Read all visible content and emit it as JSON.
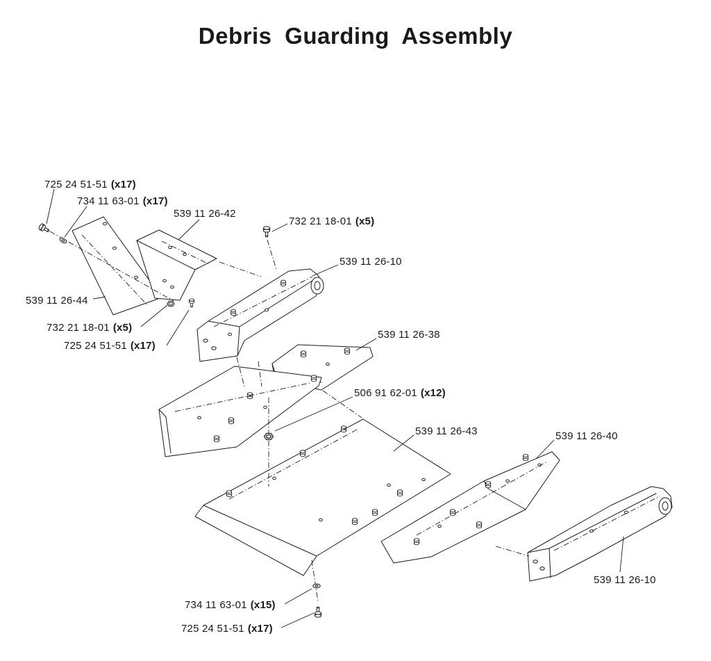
{
  "title": "Debris Guarding Assembly",
  "ink_color": "#1b1b1b",
  "labels": [
    {
      "part": "725 24 51-51",
      "qty": "(x17)"
    },
    {
      "part": "734 11 63-01",
      "qty": "(x17)"
    },
    {
      "part": "539 11 26-42",
      "qty": ""
    },
    {
      "part": "732 21 18-01",
      "qty": "(x5)"
    },
    {
      "part": "539 11 26-10",
      "qty": ""
    },
    {
      "part": "539 11 26-44",
      "qty": ""
    },
    {
      "part": "732 21 18-01",
      "qty": "(x5)"
    },
    {
      "part": "725 24 51-51",
      "qty": "(x17)"
    },
    {
      "part": "539 11 26-38",
      "qty": ""
    },
    {
      "part": "506 91 62-01",
      "qty": "(x12)"
    },
    {
      "part": "539 11 26-43",
      "qty": ""
    },
    {
      "part": "539 11 26-40",
      "qty": ""
    },
    {
      "part": "539 11 26-10",
      "qty": ""
    },
    {
      "part": "734 11 63-01",
      "qty": "(x15)"
    },
    {
      "part": "725 24 51-51",
      "qty": "(x17)"
    }
  ]
}
